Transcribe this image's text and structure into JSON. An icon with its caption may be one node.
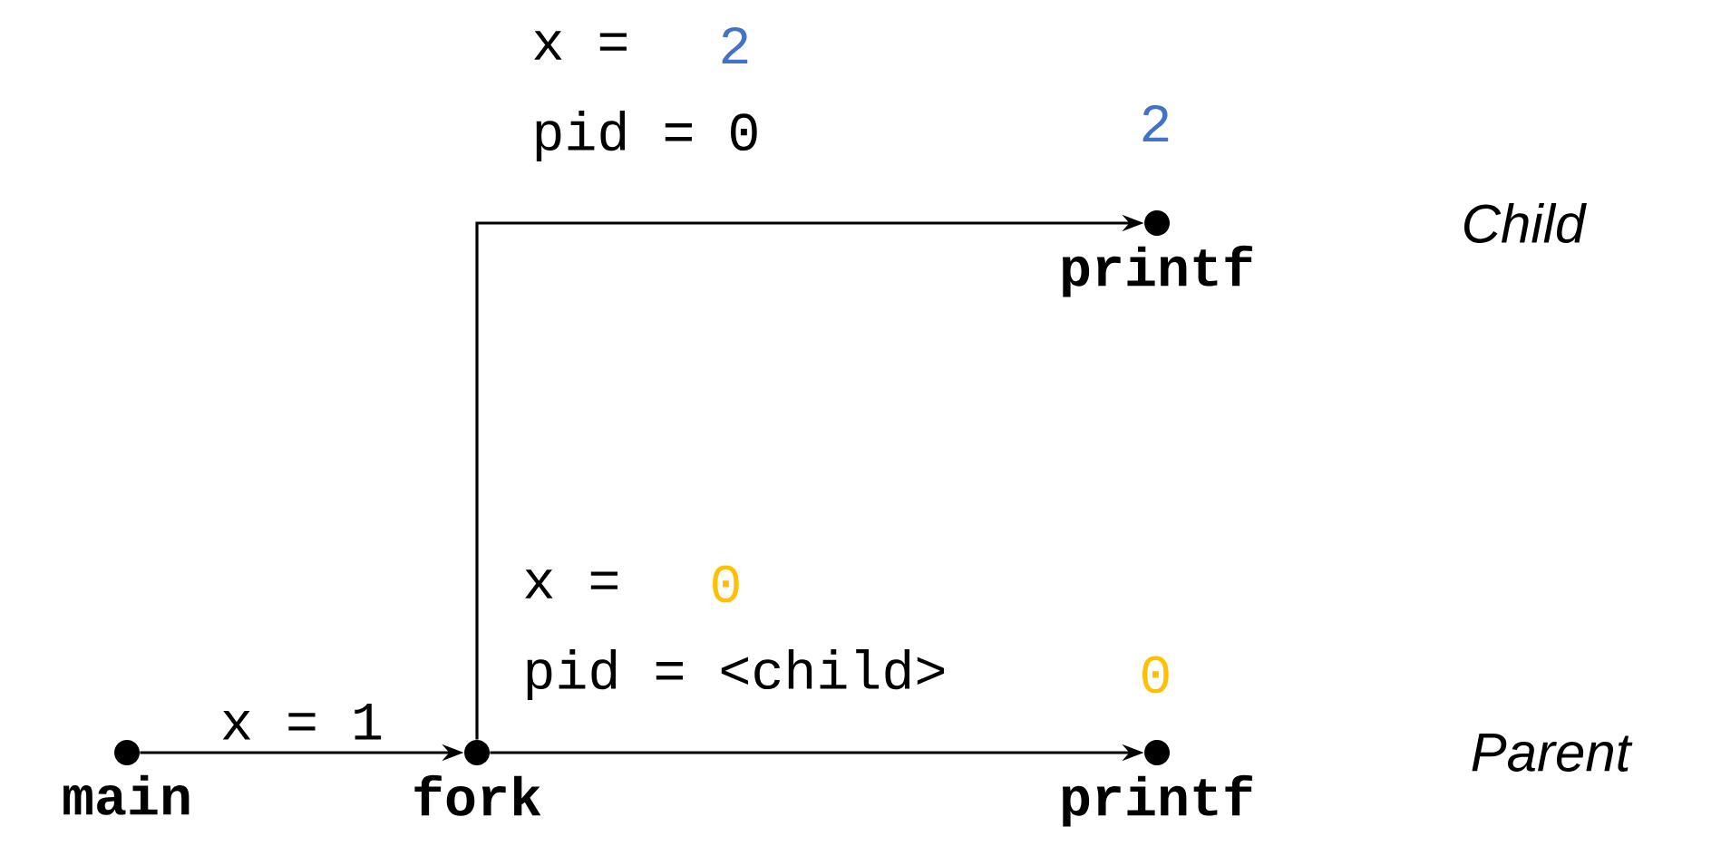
{
  "diagram": {
    "nodes": [
      {
        "text": [
          "main"
        ]
      },
      {
        "text": [
          "fork"
        ]
      },
      {
        "text": [
          "printf"
        ]
      },
      {
        "text": [
          "printf"
        ]
      }
    ],
    "edges": [
      {
        "from": 0,
        "to": 1,
        "arrow": "to",
        "label": "x = 1"
      },
      {
        "from": 1,
        "to": 2,
        "arrow": "to"
      },
      {
        "from": 1,
        "to": 3,
        "arrow": "to"
      }
    ],
    "labels": [
      "x =",
      "2",
      "pid = 0",
      "2",
      "Child",
      "x =",
      "0",
      "pid = <child>",
      "0",
      "Parent"
    ]
  }
}
